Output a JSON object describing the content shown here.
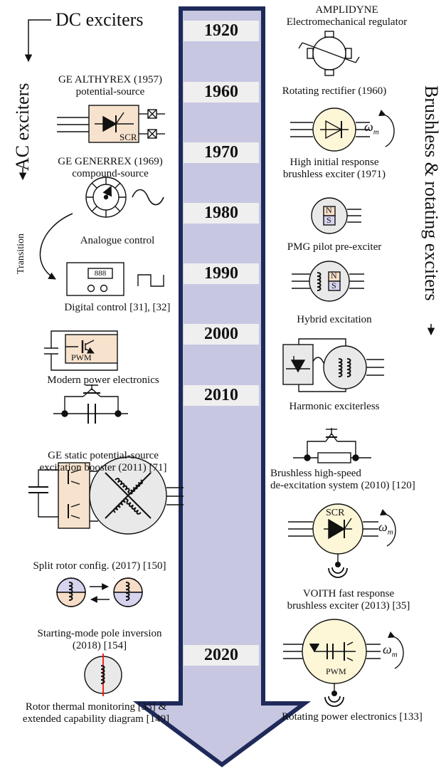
{
  "years": [
    "1920",
    "1960",
    "1970",
    "1980",
    "1990",
    "2000",
    "2010",
    "2020"
  ],
  "left": {
    "dc_exciters": "DC exciters",
    "ac_exciters": "AC exciters",
    "transition": "Transition",
    "althyrex_l1": "GE ALTHYREX (1957)",
    "althyrex_l2": "potential-source",
    "scr": "SCR",
    "generrex_l1": "GE GENERREX (1969)",
    "generrex_l2": "compound-source",
    "analogue": "Analogue control",
    "display": "888",
    "digital": "Digital control [31], [32]",
    "pwm": "PWM",
    "modern": "Modern power electronics",
    "booster_l1": "GE static potential-source",
    "booster_l2": "excitation booster (2011) [71]",
    "split": "Split rotor config. (2017) [150]",
    "pole_l1": "Starting-mode pole inversion",
    "pole_l2": "(2018) [154]",
    "thermal_l1": "Rotor thermal monitoring [33] &",
    "thermal_l2": "extended capability diagram [149]"
  },
  "right": {
    "brushless_rotating": "Brushless & rotating exciters",
    "amplidyne_l1": "AMPLIDYNE",
    "amplidyne_l2": "Electromechanical regulator",
    "rectifier": "Rotating rectifier (1960)",
    "omega": "ω",
    "omega_sub": "m",
    "high_l1": "High initial response",
    "high_l2": "brushless exciter (1971)",
    "n": "N",
    "s": "S",
    "pmg": "PMG pilot pre-exciter",
    "hybrid": "Hybrid excitation",
    "harmonic": "Harmonic exciterless",
    "bhs_l1": "Brushless high-speed",
    "bhs_l2": "de-excitation system (2010) [120]",
    "scr": "SCR",
    "voith_l1": "VOITH fast response",
    "voith_l2": "brushless exciter (2013) [35]",
    "pwm": "PWM",
    "rotating_pe": "Rotating power electronics [133]"
  }
}
